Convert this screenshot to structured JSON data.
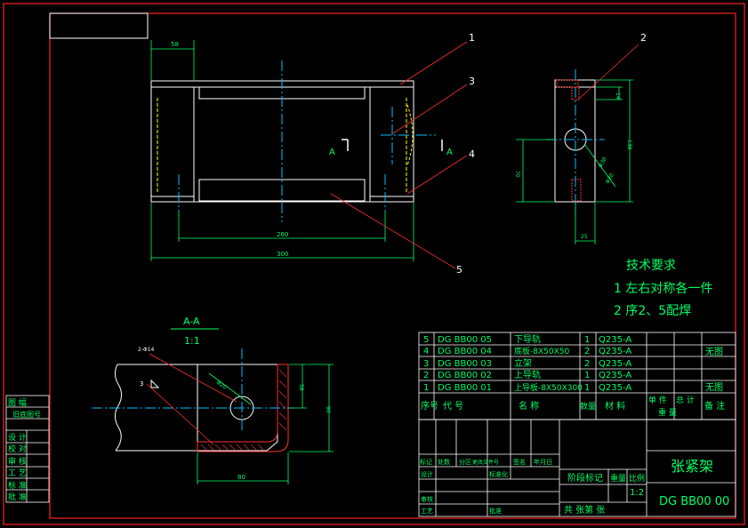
{
  "drawing": {
    "balloons": [
      "1",
      "2",
      "3",
      "4",
      "5"
    ],
    "section_marks": [
      "A",
      "A"
    ],
    "dims_front": {
      "top_width": "58",
      "inner": "260",
      "overall": "300"
    },
    "dims_side": {
      "d1": "14",
      "d2": "138",
      "d3": "70",
      "d4": "25",
      "hole": "Φ30",
      "hole2": "Φ20"
    },
    "section": {
      "title": "A-A",
      "scale": "1:1",
      "holes_note": "2-Φ14",
      "ref": "3",
      "dim_w": "80",
      "dim_h1": "58",
      "dim_h2": "90"
    }
  },
  "tech": {
    "title": "技术要求",
    "lines": [
      "1 左右对称各一件",
      "2 序2、5配焊"
    ]
  },
  "side_block": {
    "label1": "图 幅",
    "label2": "旧底图号",
    "rows": [
      "设 计",
      "校 对",
      "审 核",
      "工 艺",
      "标 准",
      "批 准"
    ]
  },
  "bom": {
    "rows": [
      {
        "no": "5",
        "code": "DG BB00 05",
        "name": "下导轨",
        "qty": "1",
        "mat": "Q235-A",
        "note": "无图"
      },
      {
        "no": "4",
        "code": "DG BB00 04",
        "name": "底板-8X50X50",
        "qty": "2",
        "mat": "Q235-A",
        "note": ""
      },
      {
        "no": "3",
        "code": "DG BB00 03",
        "name": "立架",
        "qty": "2",
        "mat": "Q235-A",
        "note": ""
      },
      {
        "no": "2",
        "code": "DG BB00 02",
        "name": "上导轨",
        "qty": "1",
        "mat": "Q235-A",
        "note": ""
      },
      {
        "no": "1",
        "code": "DG BB00 01",
        "name": "上导板-8X50X300",
        "qty": "1",
        "mat": "Q235-A",
        "note": "无图"
      }
    ],
    "header": {
      "no": "序号",
      "code": "代 号",
      "name": "名 称",
      "qty": "数量",
      "mat": "材 料",
      "unit": "单 件",
      "total": "总 计",
      "weight": "重 量",
      "note": "备 注"
    }
  },
  "title_block": {
    "name": "张紧架",
    "code": "DG BB00 00",
    "scale": "1:2",
    "stage": "阶段标记",
    "weight": "重量",
    "ratio": "比例",
    "sheet": "共    张第    张",
    "rev_labels": [
      "标记",
      "处数",
      "分区",
      "更改文件号",
      "签名",
      "年月日"
    ],
    "role_labels": [
      "设计",
      "标准化",
      "审核",
      "工艺",
      "批准"
    ]
  }
}
